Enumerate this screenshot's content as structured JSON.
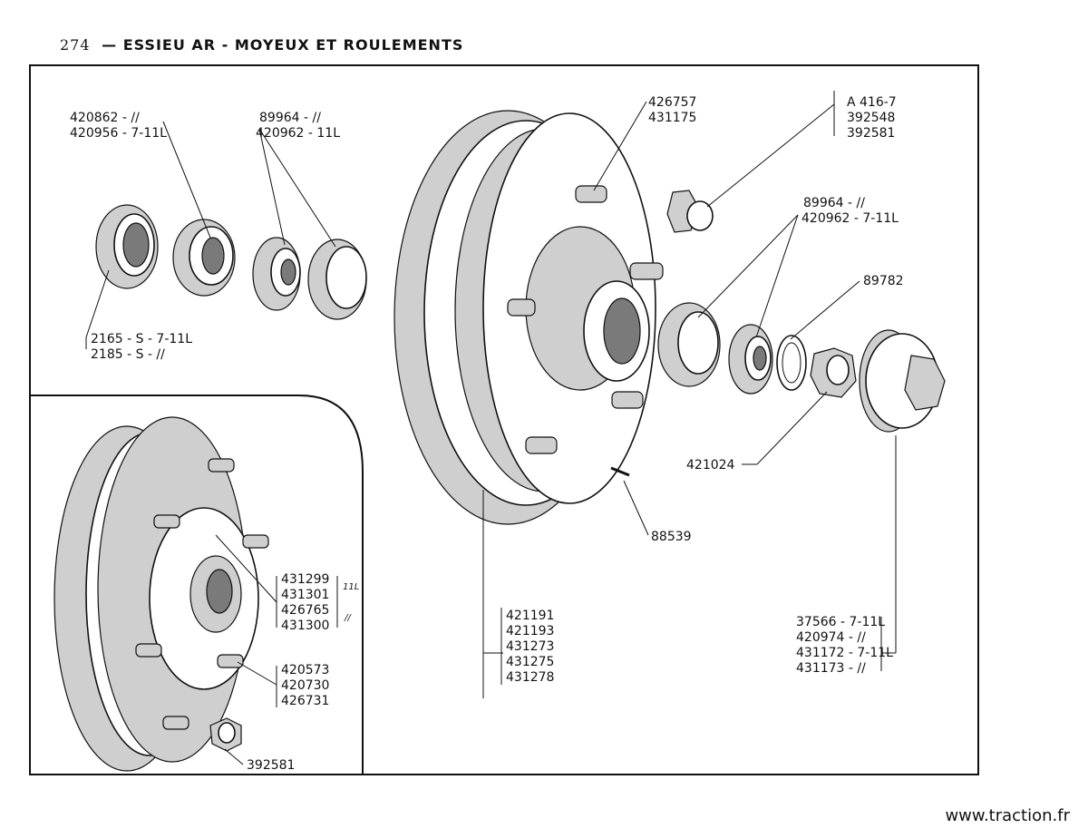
{
  "header": {
    "page_number": "274",
    "title": "— ESSIEU AR - MOYEUX ET ROULEMENTS"
  },
  "labels": {
    "seal_ring": {
      "a": "420862 - //",
      "b": "420956 - 7-11L"
    },
    "inner_bearing": {
      "a": "89964 - //",
      "b": "420962 - 11L"
    },
    "felt_ring": {
      "a": "2165 - S - 7-11L",
      "b": "2185 - S - //"
    },
    "wheel_stud": {
      "a": "426757",
      "b": "431175"
    },
    "wheel_nut": {
      "a": "A 416-7",
      "b": "392548",
      "c": "392581"
    },
    "outer_bearing": {
      "a": "89964 - //",
      "b": "420962 - 7-11L"
    },
    "circlip": {
      "a": "89782"
    },
    "hub_nut": {
      "a": "421024"
    },
    "split_pin": {
      "a": "88539"
    },
    "drum": {
      "a": "421191",
      "b": "421193",
      "c": "431273",
      "d": "431275",
      "e": "431278"
    },
    "hub_cap": {
      "a": "37566 - 7-11L",
      "b": "420974 - //",
      "c": "431172 - 7-11L",
      "d": "431173 - //"
    },
    "inset_drum_group1": {
      "a": "431299",
      "b": "431301",
      "c": "426765",
      "d": "431300",
      "tag1": "11L",
      "tag2": "//"
    },
    "inset_drum_group2": {
      "a": "420573",
      "b": "420730",
      "c": "426731"
    },
    "inset_wheel_nut": {
      "a": "392581"
    }
  },
  "watermark": "www.traction.fr"
}
